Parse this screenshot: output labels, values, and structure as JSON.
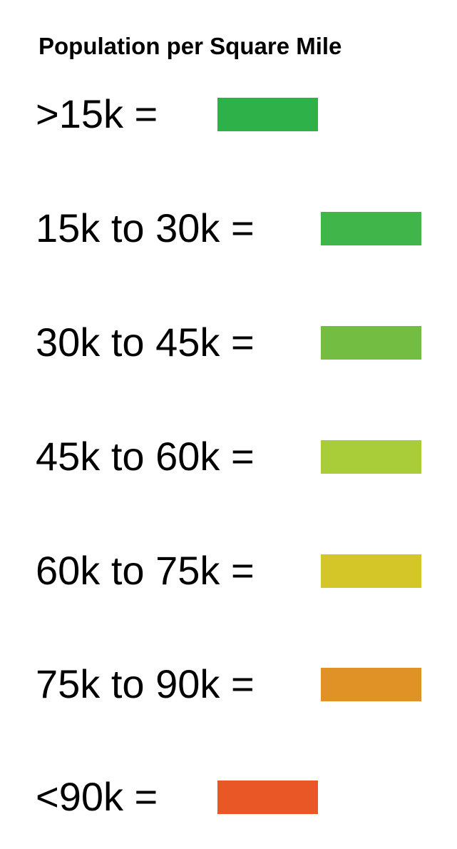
{
  "legend": {
    "title": "Population per Square Mile",
    "items": [
      {
        "label": ">15k  =",
        "color": "#2fb14a"
      },
      {
        "label": "15k to 30k  =",
        "color": "#40b64a"
      },
      {
        "label": "30k to 45k  =",
        "color": "#73bd43"
      },
      {
        "label": "45k to 60k  =",
        "color": "#a8cd39"
      },
      {
        "label": "60k to 75k  =",
        "color": "#d4c528"
      },
      {
        "label": "75k to 90k  =",
        "color": "#e09227"
      },
      {
        "label": "<90k  =",
        "color": "#e95727"
      }
    ]
  }
}
